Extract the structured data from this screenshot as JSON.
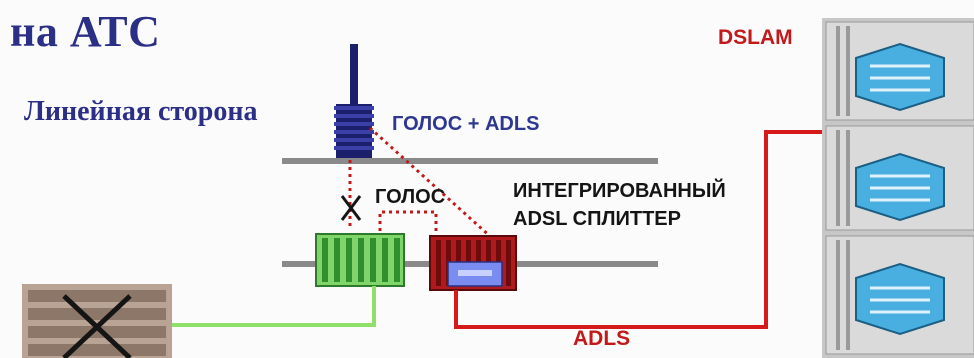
{
  "labels": {
    "title": "на АТС",
    "line_side": "Линейная сторона",
    "dslam": "DSLAM",
    "voice_adls": "ГОЛОС + ADLS",
    "voice": "ГОЛОС",
    "integrated_line1": "ИНТЕГРИРОВАННЫЙ",
    "integrated_line2": "ADSL СПЛИТТЕР",
    "adls_line": "ADLS"
  },
  "colors": {
    "title_blue": "#2b2f86",
    "label_red": "#c21a1a",
    "voice_green_line": "#8fe06a",
    "adls_red_line": "#d61a1a",
    "bar_gray": "#8a8a8a",
    "splitter_red": "#b0191d",
    "voice_block_green": "#5bbf4e",
    "line_block_navy": "#1c1f6b",
    "dslam_blue": "#49aee0"
  },
  "icons": [
    "line-side-connector-icon",
    "voice-crossconnect-icon",
    "adsl-splitter-icon",
    "pbx-switch-icon",
    "dslam-module-icon"
  ]
}
